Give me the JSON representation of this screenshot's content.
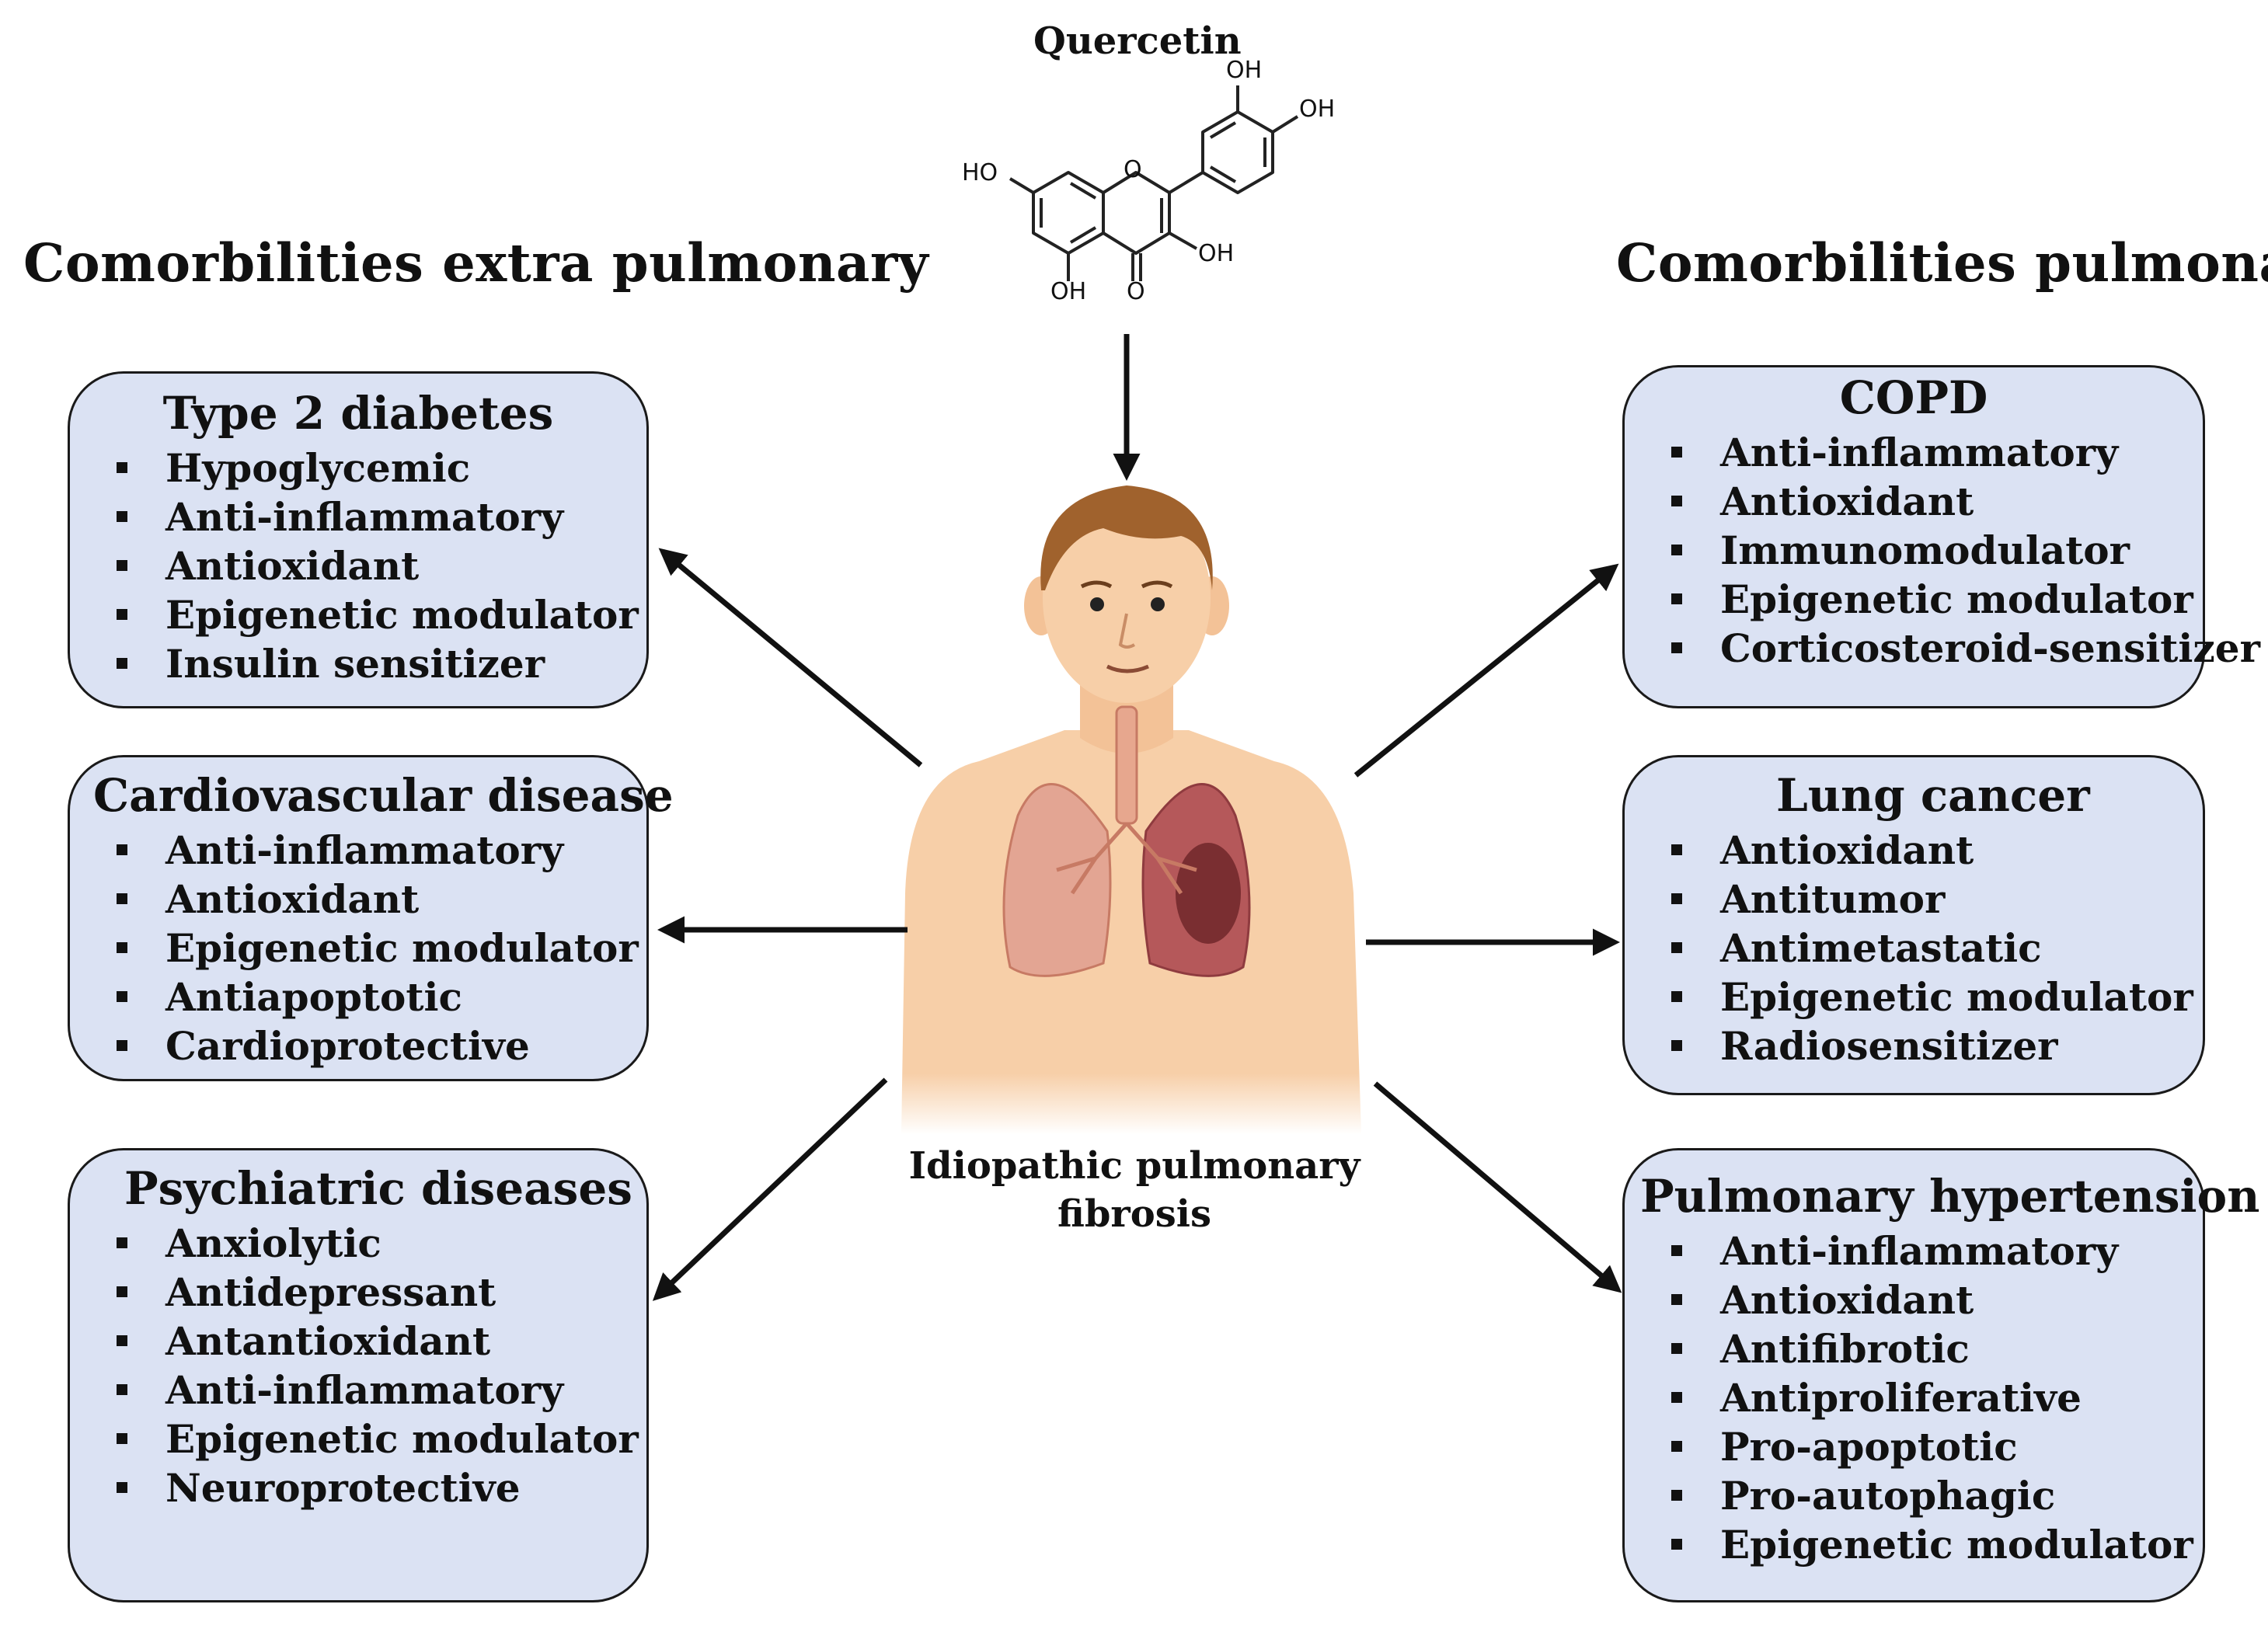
{
  "molecule": {
    "name": "Quercetin",
    "atoms": [
      "OH",
      "OH",
      "HO",
      "O",
      "OH",
      "OH",
      "O"
    ]
  },
  "titles": {
    "left": "Comorbilities extra pulmonary",
    "right": "Comorbilities pulmonary"
  },
  "center": {
    "caption": "Idiopathic pulmonary fibrosis"
  },
  "cards": {
    "diabetes": {
      "title": "Type 2 diabetes",
      "items": [
        "Hypoglycemic",
        "Anti-inflammatory",
        "Antioxidant",
        "Epigenetic modulator",
        "Insulin sensitizer"
      ]
    },
    "cardio": {
      "title": "Cardiovascular disease",
      "items": [
        "Anti-inflammatory",
        "Antioxidant",
        "Epigenetic modulator",
        "Antiapoptotic",
        "Cardioprotective"
      ]
    },
    "psych": {
      "title": "Psychiatric diseases",
      "items": [
        "Anxiolytic",
        "Antidepressant",
        "Antantioxidant",
        "Anti-inflammatory",
        "Epigenetic modulator",
        "Neuroprotective"
      ]
    },
    "copd": {
      "title": "COPD",
      "items": [
        "Anti-inflammatory",
        "Antioxidant",
        "Immunomodulator",
        "Epigenetic modulator",
        "Corticosteroid-sensitizer"
      ]
    },
    "lung": {
      "title": "Lung cancer",
      "items": [
        "Antioxidant",
        "Antitumor",
        "Antimetastatic",
        "Epigenetic modulator",
        "Radiosensitizer"
      ]
    },
    "ph": {
      "title": "Pulmonary hypertension",
      "items": [
        "Anti-inflammatory",
        "Antioxidant",
        "Antifibrotic",
        "Antiproliferative",
        "Pro-apoptotic",
        "Pro-autophagic",
        "Epigenetic modulator"
      ]
    }
  },
  "colors": {
    "card_fill": "#dbe2f3",
    "skin": "#f7cfa8",
    "hair": "#a0622d",
    "lung_left": "#e3a593",
    "lung_right": "#b5585a"
  }
}
